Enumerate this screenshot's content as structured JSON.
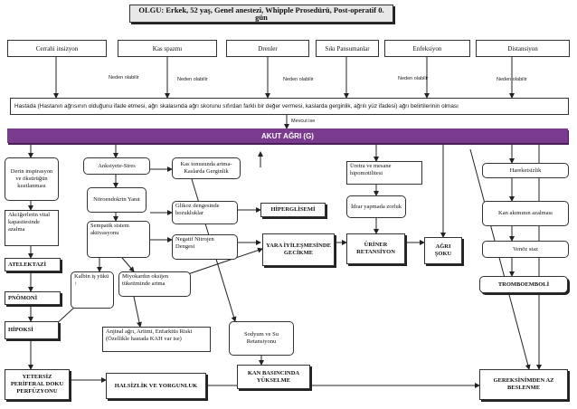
{
  "title": "OLGU: Erkek, 52 yaş, Genel anestezi, Whipple Prosedürü, Post-operatif  0. gün",
  "factors": [
    "Cerrahi insizyon",
    "Kas spazmı",
    "Drenler",
    "Sıkı Pansumanlar",
    "Enfeksiyon",
    "Distansiyon"
  ],
  "factor_edge_labels": [
    "Neden olabilir",
    "Neden olabilir",
    "Neden olabilir",
    "Neden olabilir",
    "Neden olabilir"
  ],
  "observation": "Hastada (Hastanın ağrısının olduğunu ifade etmesi, ağrı skalasında ağrı skorunu sıfırdan farklı bir değer vermesi, kaslarda gerginlik, ağrılı yüz ifadesi) ağrı belirtilerinin olması",
  "mevcut_label": "Mevcut ise",
  "main_problem": "AKUT AĞRI (G)",
  "nodes": {
    "derin": "Derin inspirasyon ve öksürüğün kısıtlanması",
    "akciger": "Akciğerlerin vital kapasitesinde azalma",
    "atelektazi": "ATELEKTAZİ",
    "pnomoni": "PNÖMONİ",
    "hipoksi": "HİPOKSİ",
    "yetersiz": "YETERSİZ PERİFERAL DOKU PERFÜZYONU",
    "anksiyete": "Anksiyete-Stres",
    "noroendokrin": "Nöroendokrin Yanıt",
    "sempatik": "Sempatik sistem aktivasyonu",
    "kalbin": "Kalbin iş yükü ↑",
    "miyokardin": "Miyokardın oksijen tüketiminde artma",
    "anjinal": "Anjinal ağrı, Aritmi, Enfarktüs Riski (Özellikle hastada KAH var ise)",
    "kas_tonusu": "Kas tonusunda artma- Kaslarda Gerginlik",
    "glikoz": "Glikoz dengesinde bozukluklar",
    "hiperglisemi": "HİPERGLİSEMİ",
    "negatif": "Negatif Nitrojen Dengesi",
    "yara": "YARA İYİLEŞMESİNDE GECİKME",
    "sodyum": "Sodyum ve Su Retansiyonu",
    "kan_basinci": "KAN BASINCINDA YÜKSELME",
    "halsizlik": "HALSİZLİK VE YORGUNLUK",
    "uretra": "Üretra ve mesane hipomotilitesi",
    "idrar": "İdrar yapmada zorluk",
    "uriner": "ÜRİNER RETANSİYON",
    "agri_soku": "AĞRI ŞOKU",
    "hareketsizlik": "Hareketsizlik",
    "kan_akim": "Kan akımının azalması",
    "venoz": "Venöz staz",
    "tromboemboli": "TROMBOEMBOLİ",
    "gereksinim": "GEREKSİNİMDEN AZ BESLENME"
  },
  "colors": {
    "arrow_band": "#7a3b8f",
    "band_text": "#ffffff",
    "title_bg": "#e6e6e6"
  }
}
